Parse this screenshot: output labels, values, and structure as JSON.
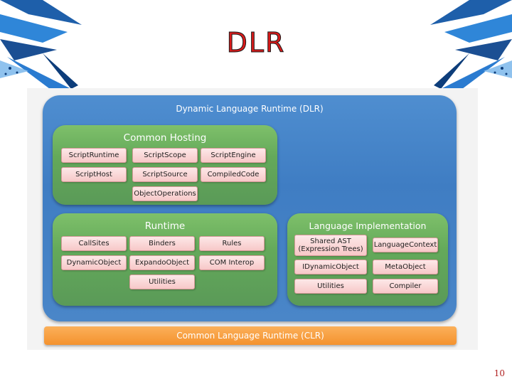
{
  "slide": {
    "title": "DLR",
    "page_number": "10"
  },
  "diagram": {
    "dlr_label": "Dynamic Language Runtime (DLR)",
    "common_hosting": {
      "label": "Common Hosting",
      "items": [
        "ScriptRuntime",
        "ScriptScope",
        "ScriptEngine",
        "ScriptHost",
        "ScriptSource",
        "CompiledCode",
        "ObjectOperations"
      ]
    },
    "runtime": {
      "label": "Runtime",
      "items": [
        "CallSites",
        "Binders",
        "Rules",
        "DynamicObject",
        "ExpandoObject",
        "COM Interop",
        "Utilities"
      ]
    },
    "language_implementation": {
      "label": "Language Implementation",
      "items": [
        "Shared AST (Expression Trees)",
        "LanguageContext",
        "IDynamicObject",
        "MetaObject",
        "Utilities",
        "Compiler"
      ]
    },
    "clr_label": "Common Language Runtime (CLR)"
  },
  "colors": {
    "title_red": "#d91a1a",
    "dlr_blue": "#4585c8",
    "panel_green": "#6aae5c",
    "chip_pink": "#f9d4d4",
    "clr_orange": "#f7a040"
  }
}
